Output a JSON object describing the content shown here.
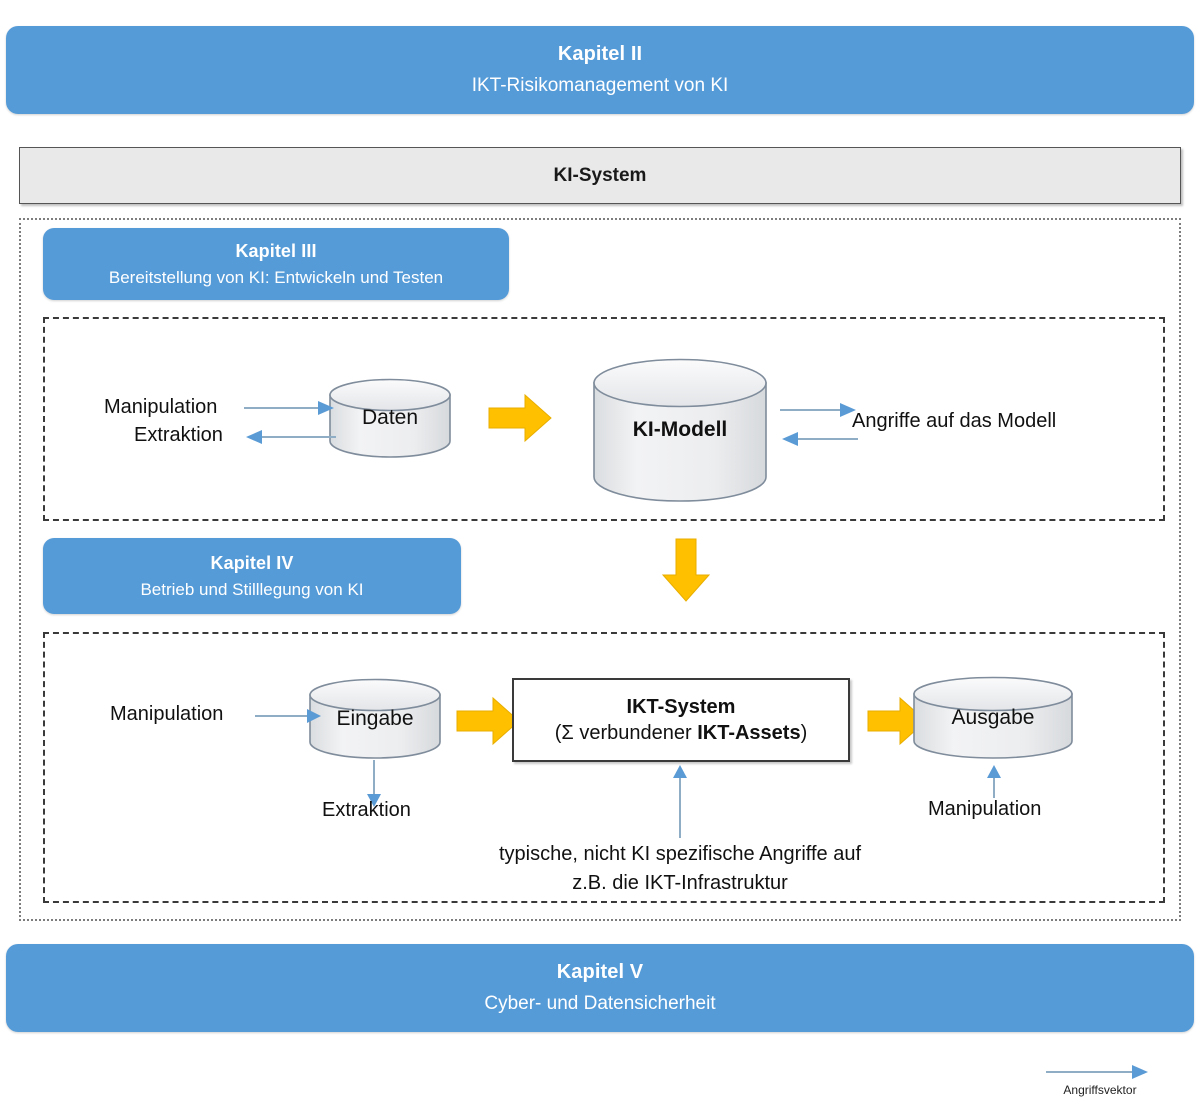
{
  "diagram": {
    "title": "IKT-Risikomanagement von KI - KI-System Uebersicht",
    "colors": {
      "chapter_banner_blue": "#559BD8",
      "ki_system_grey": "#E9E9E9",
      "flow_arrow_yellow": "#FFC000",
      "attack_vector_blue": "#5B9BD5",
      "container_border": "#3A3A3A",
      "outer_dotted_border": "#7D7D7D",
      "cylinder_fill": "#EDEDED",
      "cylinder_stroke": "#7F8C9B",
      "text": "#111111"
    }
  },
  "chapters": {
    "kapitel2": {
      "title": "Kapitel II",
      "subtitle": "IKT-Risikomanagement von KI"
    },
    "kapitel3": {
      "title": "Kapitel III",
      "subtitle": "Bereitstellung von KI: Entwickeln und Testen"
    },
    "kapitel4": {
      "title": "Kapitel IV",
      "subtitle": "Betrieb und Stilllegung von KI"
    },
    "kapitel5": {
      "title": "Kapitel V",
      "subtitle": "Cyber- und Datensicherheit"
    }
  },
  "system": {
    "ki_system_label": "KI-System"
  },
  "nodes": {
    "daten": "Daten",
    "ki_modell": "KI-Modell",
    "eingabe": "Eingabe",
    "ausgabe": "Ausgabe",
    "ikt_system_line1": "IKT-System",
    "ikt_system_line2_prefix": "(Σ verbundener ",
    "ikt_system_line2_bold": "IKT-Assets",
    "ikt_system_line2_suffix": ")"
  },
  "attack_labels": {
    "manipulation_daten": "Manipulation",
    "extraktion_daten": "Extraktion",
    "angriffe_modell": "Angriffe auf das Modell",
    "manipulation_eingabe": "Manipulation",
    "extraktion_eingabe": "Extraktion",
    "manipulation_ausgabe": "Manipulation",
    "typische_angriffe_line1": "typische, nicht KI spezifische Angriffe auf",
    "typische_angriffe_line2": "z.B. die IKT-Infrastruktur"
  },
  "legend": {
    "arrow_label": "Angriffsvektor"
  }
}
